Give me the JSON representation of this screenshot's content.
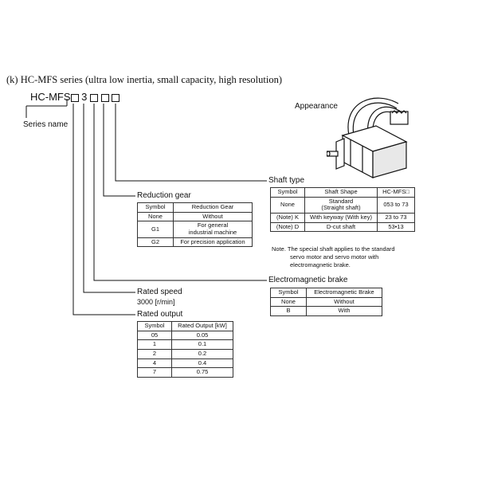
{
  "heading": "(k) HC-MFS series (ultra low inertia, small capacity, high resolution)",
  "model": {
    "prefix": "HC-MFS",
    "digit": "3"
  },
  "series_name_label": "Series name",
  "appearance_label": "Appearance",
  "shaft_type": {
    "title": "Shaft type",
    "headers": [
      "Symbol",
      "Shaft Shape",
      "HC-MFS□"
    ],
    "rows": [
      {
        "symbol": "None",
        "shape_line1": "Standard",
        "shape_line2": "(Straight shaft)",
        "range": "053 to 73"
      },
      {
        "symbol": "(Note) K",
        "shape_line1": "With keyway (With key)",
        "shape_line2": "",
        "range": "23 to 73"
      },
      {
        "symbol": "(Note) D",
        "shape_line1": "D-cut shaft",
        "shape_line2": "",
        "range": "53•13"
      }
    ],
    "note_line1": "Note. The special shaft applies to the standard",
    "note_line2": "servo motor and servo motor with",
    "note_line3": "electromagnetic brake."
  },
  "reduction_gear": {
    "title": "Reduction gear",
    "headers": [
      "Symbol",
      "Reduction Gear"
    ],
    "rows": [
      {
        "symbol": "None",
        "line1": "Without",
        "line2": ""
      },
      {
        "symbol": "G1",
        "line1": "For general",
        "line2": "industrial machine"
      },
      {
        "symbol": "G2",
        "line1": "For precision application",
        "line2": ""
      }
    ]
  },
  "electromagnetic_brake": {
    "title": "Electromagnetic brake",
    "headers": [
      "Symbol",
      "Electromagnetic Brake"
    ],
    "rows": [
      {
        "symbol": "None",
        "value": "Without"
      },
      {
        "symbol": "B",
        "value": "With"
      }
    ]
  },
  "rated_speed": {
    "title": "Rated speed",
    "value": "3000 [r/min]"
  },
  "rated_output": {
    "title": "Rated output",
    "headers": [
      "Symbol",
      "Rated Output [kW]"
    ],
    "rows": [
      {
        "symbol": "05",
        "value": "0.05"
      },
      {
        "symbol": "1",
        "value": "0.1"
      },
      {
        "symbol": "2",
        "value": "0.2"
      },
      {
        "symbol": "4",
        "value": "0.4"
      },
      {
        "symbol": "7",
        "value": "0.75"
      }
    ]
  }
}
